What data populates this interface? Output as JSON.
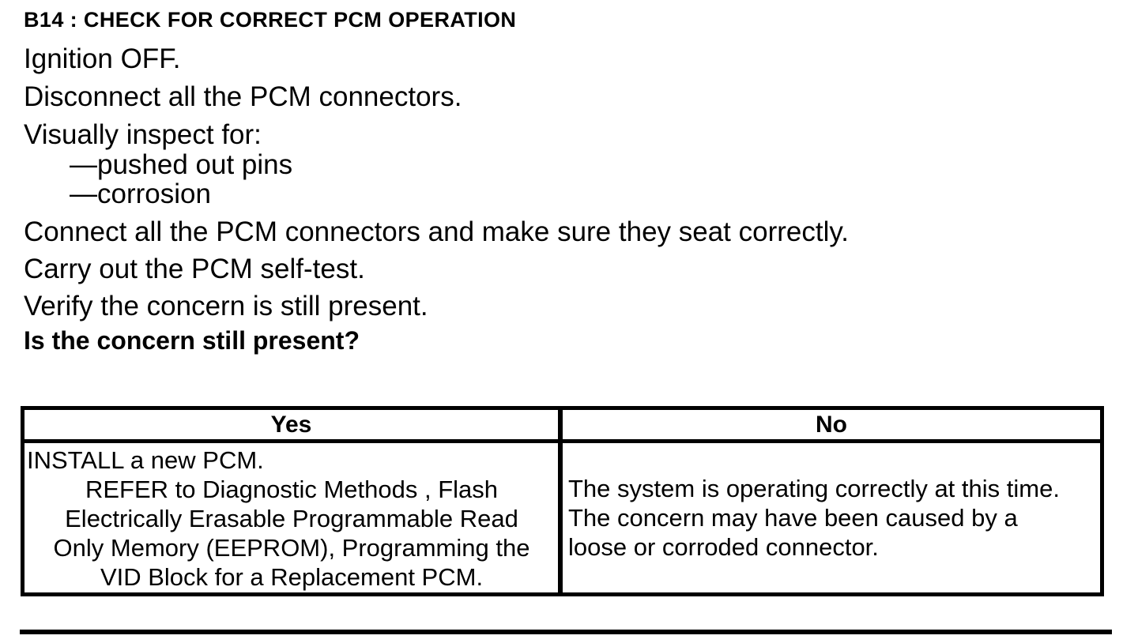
{
  "colors": {
    "text": "#000000",
    "background": "#ffffff",
    "border": "#000000"
  },
  "procedure": {
    "step_id": "B14",
    "heading": "B14 : CHECK FOR CORRECT PCM OPERATION",
    "instructions": [
      "Ignition OFF.",
      "Disconnect all the PCM connectors.",
      "Visually inspect for:",
      "—pushed out pins",
      "—corrosion",
      "Connect all the PCM connectors and make sure they seat correctly.",
      "Carry out the PCM self-test.",
      "Verify the concern is still present."
    ],
    "question": "Is the concern still present?"
  },
  "result_table": {
    "headers": [
      "Yes",
      "No"
    ],
    "yes_action_lines": [
      "INSTALL a new PCM.",
      "REFER to Diagnostic Methods , Flash",
      "Electrically Erasable Programmable Read",
      "Only Memory (EEPROM), Programming the",
      "VID Block for a Replacement PCM."
    ],
    "no_action_lines": [
      "The system is operating correctly at this time.",
      "The concern may have been caused by a",
      "loose or corroded connector."
    ]
  }
}
